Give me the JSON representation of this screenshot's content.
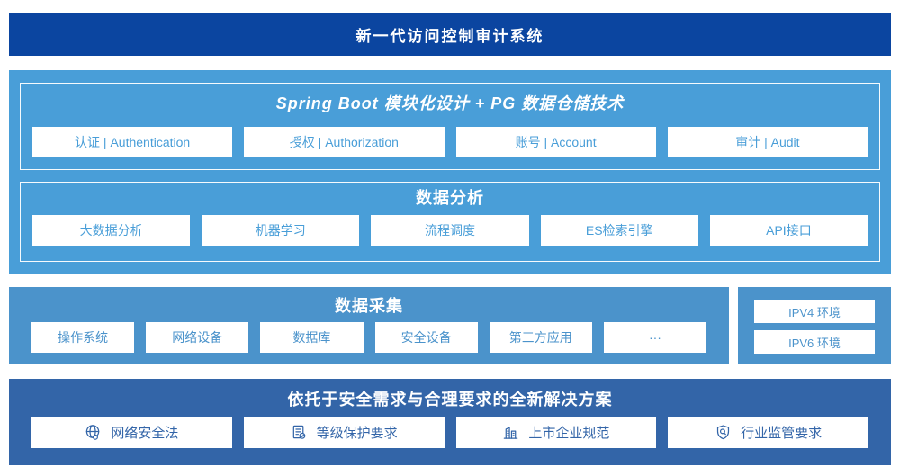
{
  "banner": {
    "title": "新一代访问控制审计系统"
  },
  "platform": {
    "spring": {
      "title": "Spring Boot 模块化设计 + PG 数据仓储技术",
      "items": [
        "认证 | Authentication",
        "授权 | Authorization",
        "账号 | Account",
        "审计 | Audit"
      ]
    },
    "analysis": {
      "title": "数据分析",
      "items": [
        "大数据分析",
        "机器学习",
        "流程调度",
        "ES检索引擎",
        "API接口"
      ]
    }
  },
  "collect": {
    "title": "数据采集",
    "items": [
      "操作系统",
      "网络设备",
      "数据库",
      "安全设备",
      "第三方应用",
      "···"
    ]
  },
  "ipv": {
    "items": [
      "IPV4 环境",
      "IPV6 环境"
    ]
  },
  "solution": {
    "title": "依托于安全需求与合理要求的全新解决方案",
    "items": [
      {
        "icon": "globe-icon",
        "label": "网络安全法"
      },
      {
        "icon": "doc-check-icon",
        "label": "等级保护要求"
      },
      {
        "icon": "building-icon",
        "label": "上市企业规范"
      },
      {
        "icon": "shield-search-icon",
        "label": "行业监管要求"
      }
    ]
  },
  "colors": {
    "banner_bg": "#0b45a0",
    "platform_bg": "#499ed8",
    "collect_bg": "#4b93cb",
    "solution_bg": "#3365a8",
    "box_bg": "#ffffff"
  }
}
